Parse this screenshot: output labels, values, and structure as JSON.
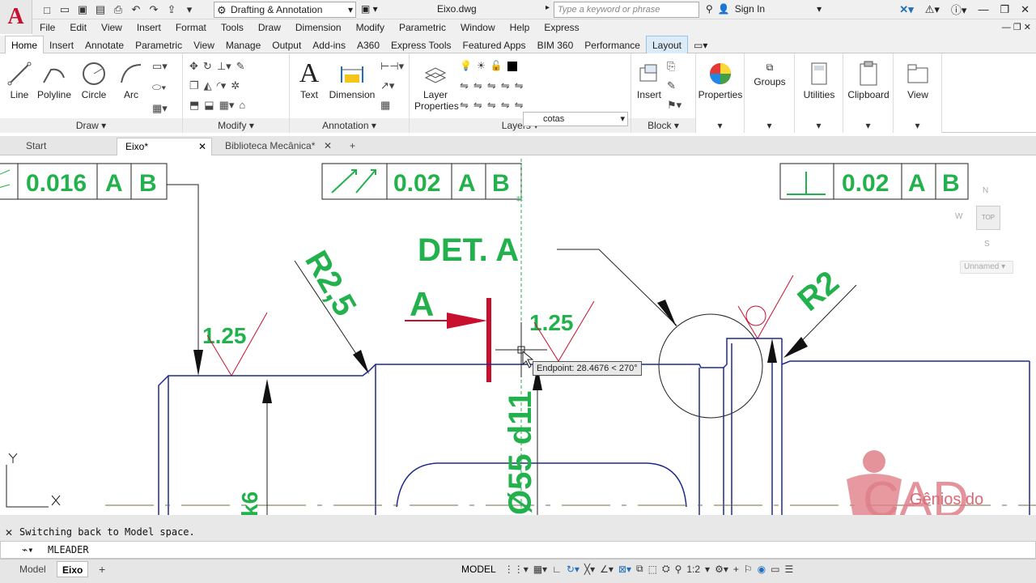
{
  "titlebar": {
    "app_icon": "A",
    "workspace": "Drafting & Annotation",
    "filename": "Eixo.dwg",
    "search_placeholder": "Type a keyword or phrase",
    "sign_in": "Sign In"
  },
  "menubar": [
    "File",
    "Edit",
    "View",
    "Insert",
    "Format",
    "Tools",
    "Draw",
    "Dimension",
    "Modify",
    "Parametric",
    "Window",
    "Help",
    "Express"
  ],
  "ribbon_tabs": [
    "Home",
    "Insert",
    "Annotate",
    "Parametric",
    "View",
    "Manage",
    "Output",
    "Add-ins",
    "A360",
    "Express Tools",
    "Featured Apps",
    "BIM 360",
    "Performance",
    "Layout"
  ],
  "ribbon": {
    "draw": {
      "title": "Draw",
      "buttons": [
        "Line",
        "Polyline",
        "Circle",
        "Arc"
      ]
    },
    "modify": {
      "title": "Modify"
    },
    "annotation": {
      "title": "Annotation",
      "buttons": [
        "Text",
        "Dimension"
      ]
    },
    "layers": {
      "title": "Layers",
      "layer_properties": "Layer Properties",
      "current_layer": "cotas"
    },
    "block": {
      "title": "Block",
      "insert": "Insert"
    },
    "properties": "Properties",
    "groups": "Groups",
    "utilities": "Utilities",
    "clipboard": "Clipboard",
    "view": "View"
  },
  "doc_tabs": [
    "Start",
    "Eixo*",
    "Biblioteca Mecânica*"
  ],
  "drawing": {
    "fcf1": {
      "value": "0.016",
      "ref1": "A",
      "ref2": "B"
    },
    "fcf2": {
      "value": "0.02",
      "ref1": "A",
      "ref2": "B"
    },
    "fcf3": {
      "value": "0.02",
      "ref1": "A",
      "ref2": "B"
    },
    "det_label": "DET. A",
    "radius1": "R2,5",
    "radius2": "R2",
    "section_label": "A",
    "roughness1": "1.25",
    "roughness2": "1.25",
    "diameter": "Ø55 d11",
    "partial_label": "k6",
    "tooltip": "Endpoint: 28.4676 < 270°",
    "ucs_x": "X",
    "ucs_y": "Y",
    "navcube": {
      "n": "N",
      "w": "W",
      "s": "S",
      "top": "TOP",
      "named": "Unnamed"
    }
  },
  "command": {
    "history": "Switching back to Model space.",
    "current": "MLEADER"
  },
  "status": {
    "layout_tabs": [
      "Model",
      "Eixo"
    ],
    "model_label": "MODEL",
    "scale": "1:2"
  },
  "watermark": "Gênios do",
  "colors": {
    "green": "#22b14c",
    "blue": "#1f2a8c",
    "red": "#c8102e",
    "accent": "#1f6fbf"
  }
}
